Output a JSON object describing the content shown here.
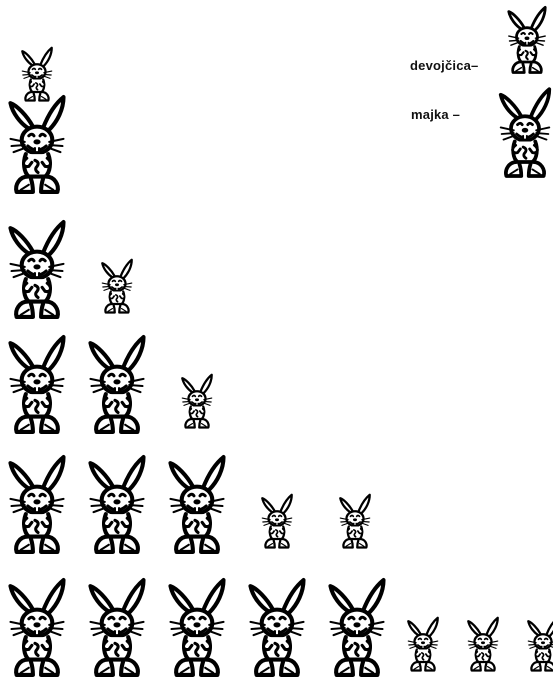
{
  "legend": {
    "girl_label": "devojčica–",
    "mother_label": "majka –"
  },
  "rows": [
    {
      "mothers": 0,
      "girls": 1
    },
    {
      "mothers": 1,
      "girls": 0
    },
    {
      "mothers": 1,
      "girls": 1
    },
    {
      "mothers": 2,
      "girls": 1
    },
    {
      "mothers": 3,
      "girls": 2
    },
    {
      "mothers": 5,
      "girls": 3
    }
  ],
  "colors": {
    "ink": "#000000",
    "paper": "#ffffff"
  },
  "icons": {
    "mother": "big-bunny-icon",
    "girl": "small-bunny-icon"
  }
}
